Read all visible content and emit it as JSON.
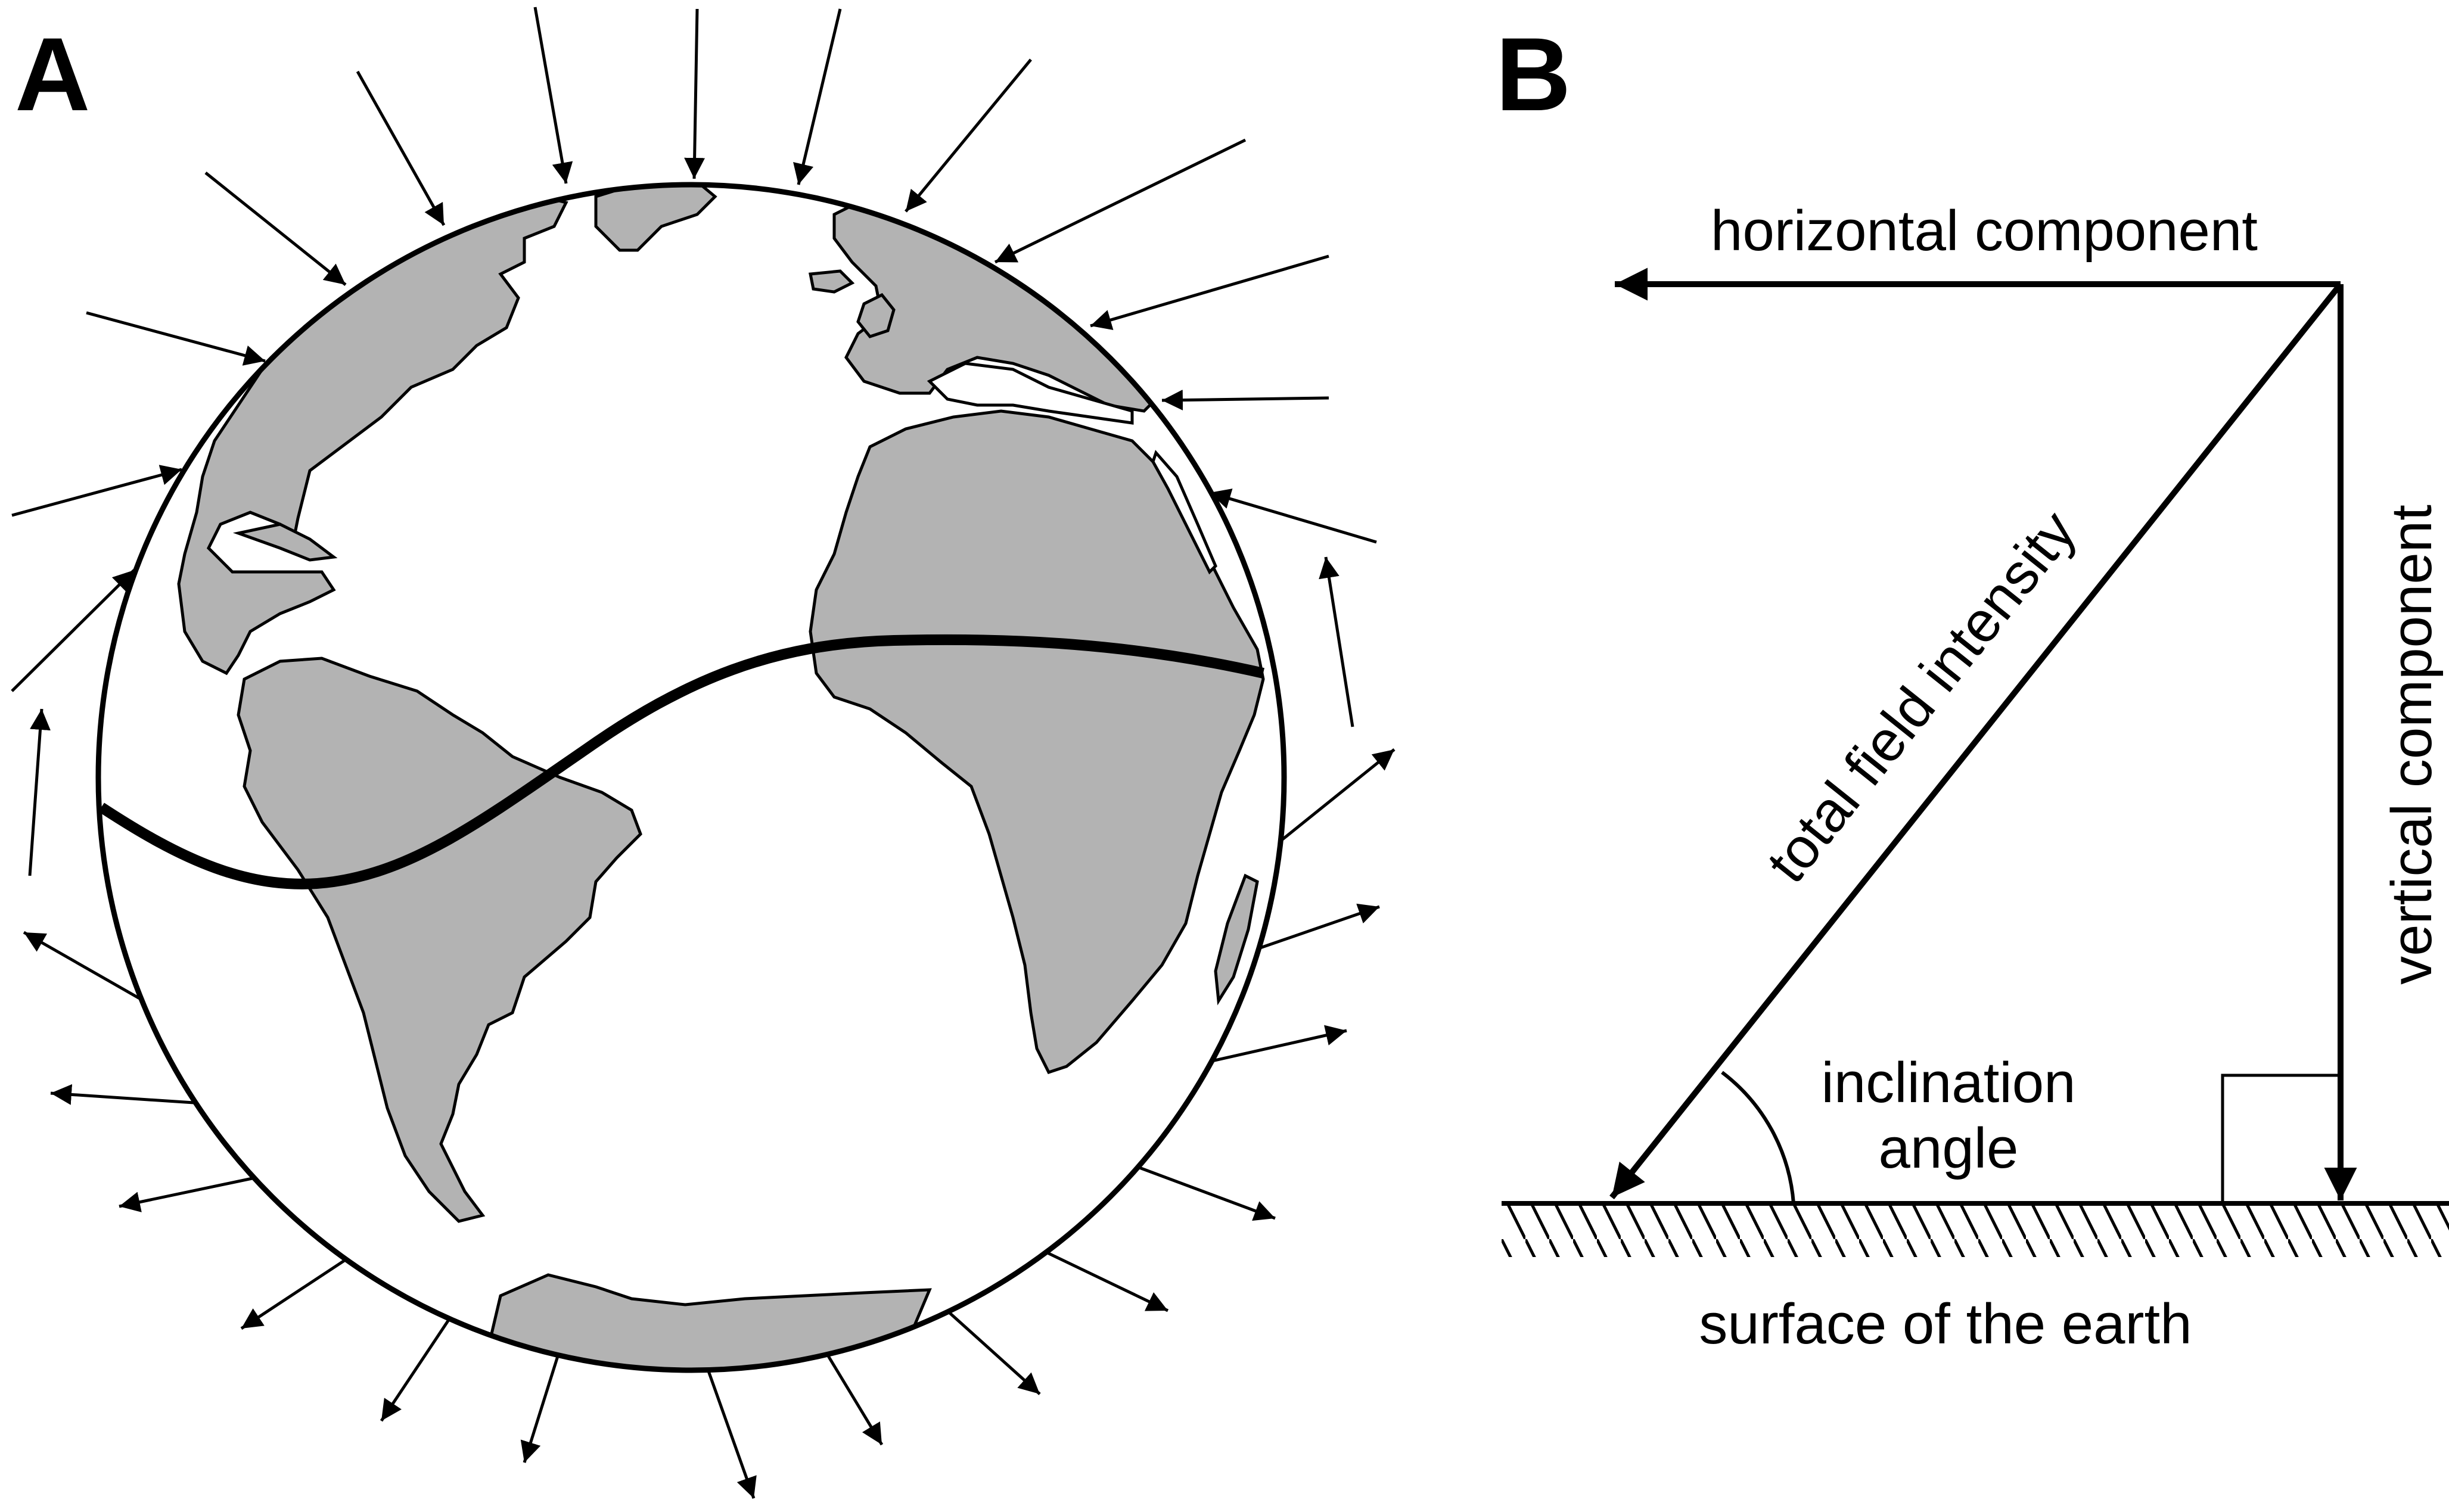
{
  "panel_a": {
    "label": "A"
  },
  "panel_b": {
    "label": "B",
    "horizontal_label": "horizontal component",
    "vertical_label": "vertical component",
    "total_label": "total field intensity",
    "inclination_line1": "inclination",
    "inclination_line2": "angle",
    "surface_label": "surface of the earth"
  },
  "colors": {
    "land": "#b3b3b3",
    "ink": "#000000",
    "background": "#ffffff"
  }
}
